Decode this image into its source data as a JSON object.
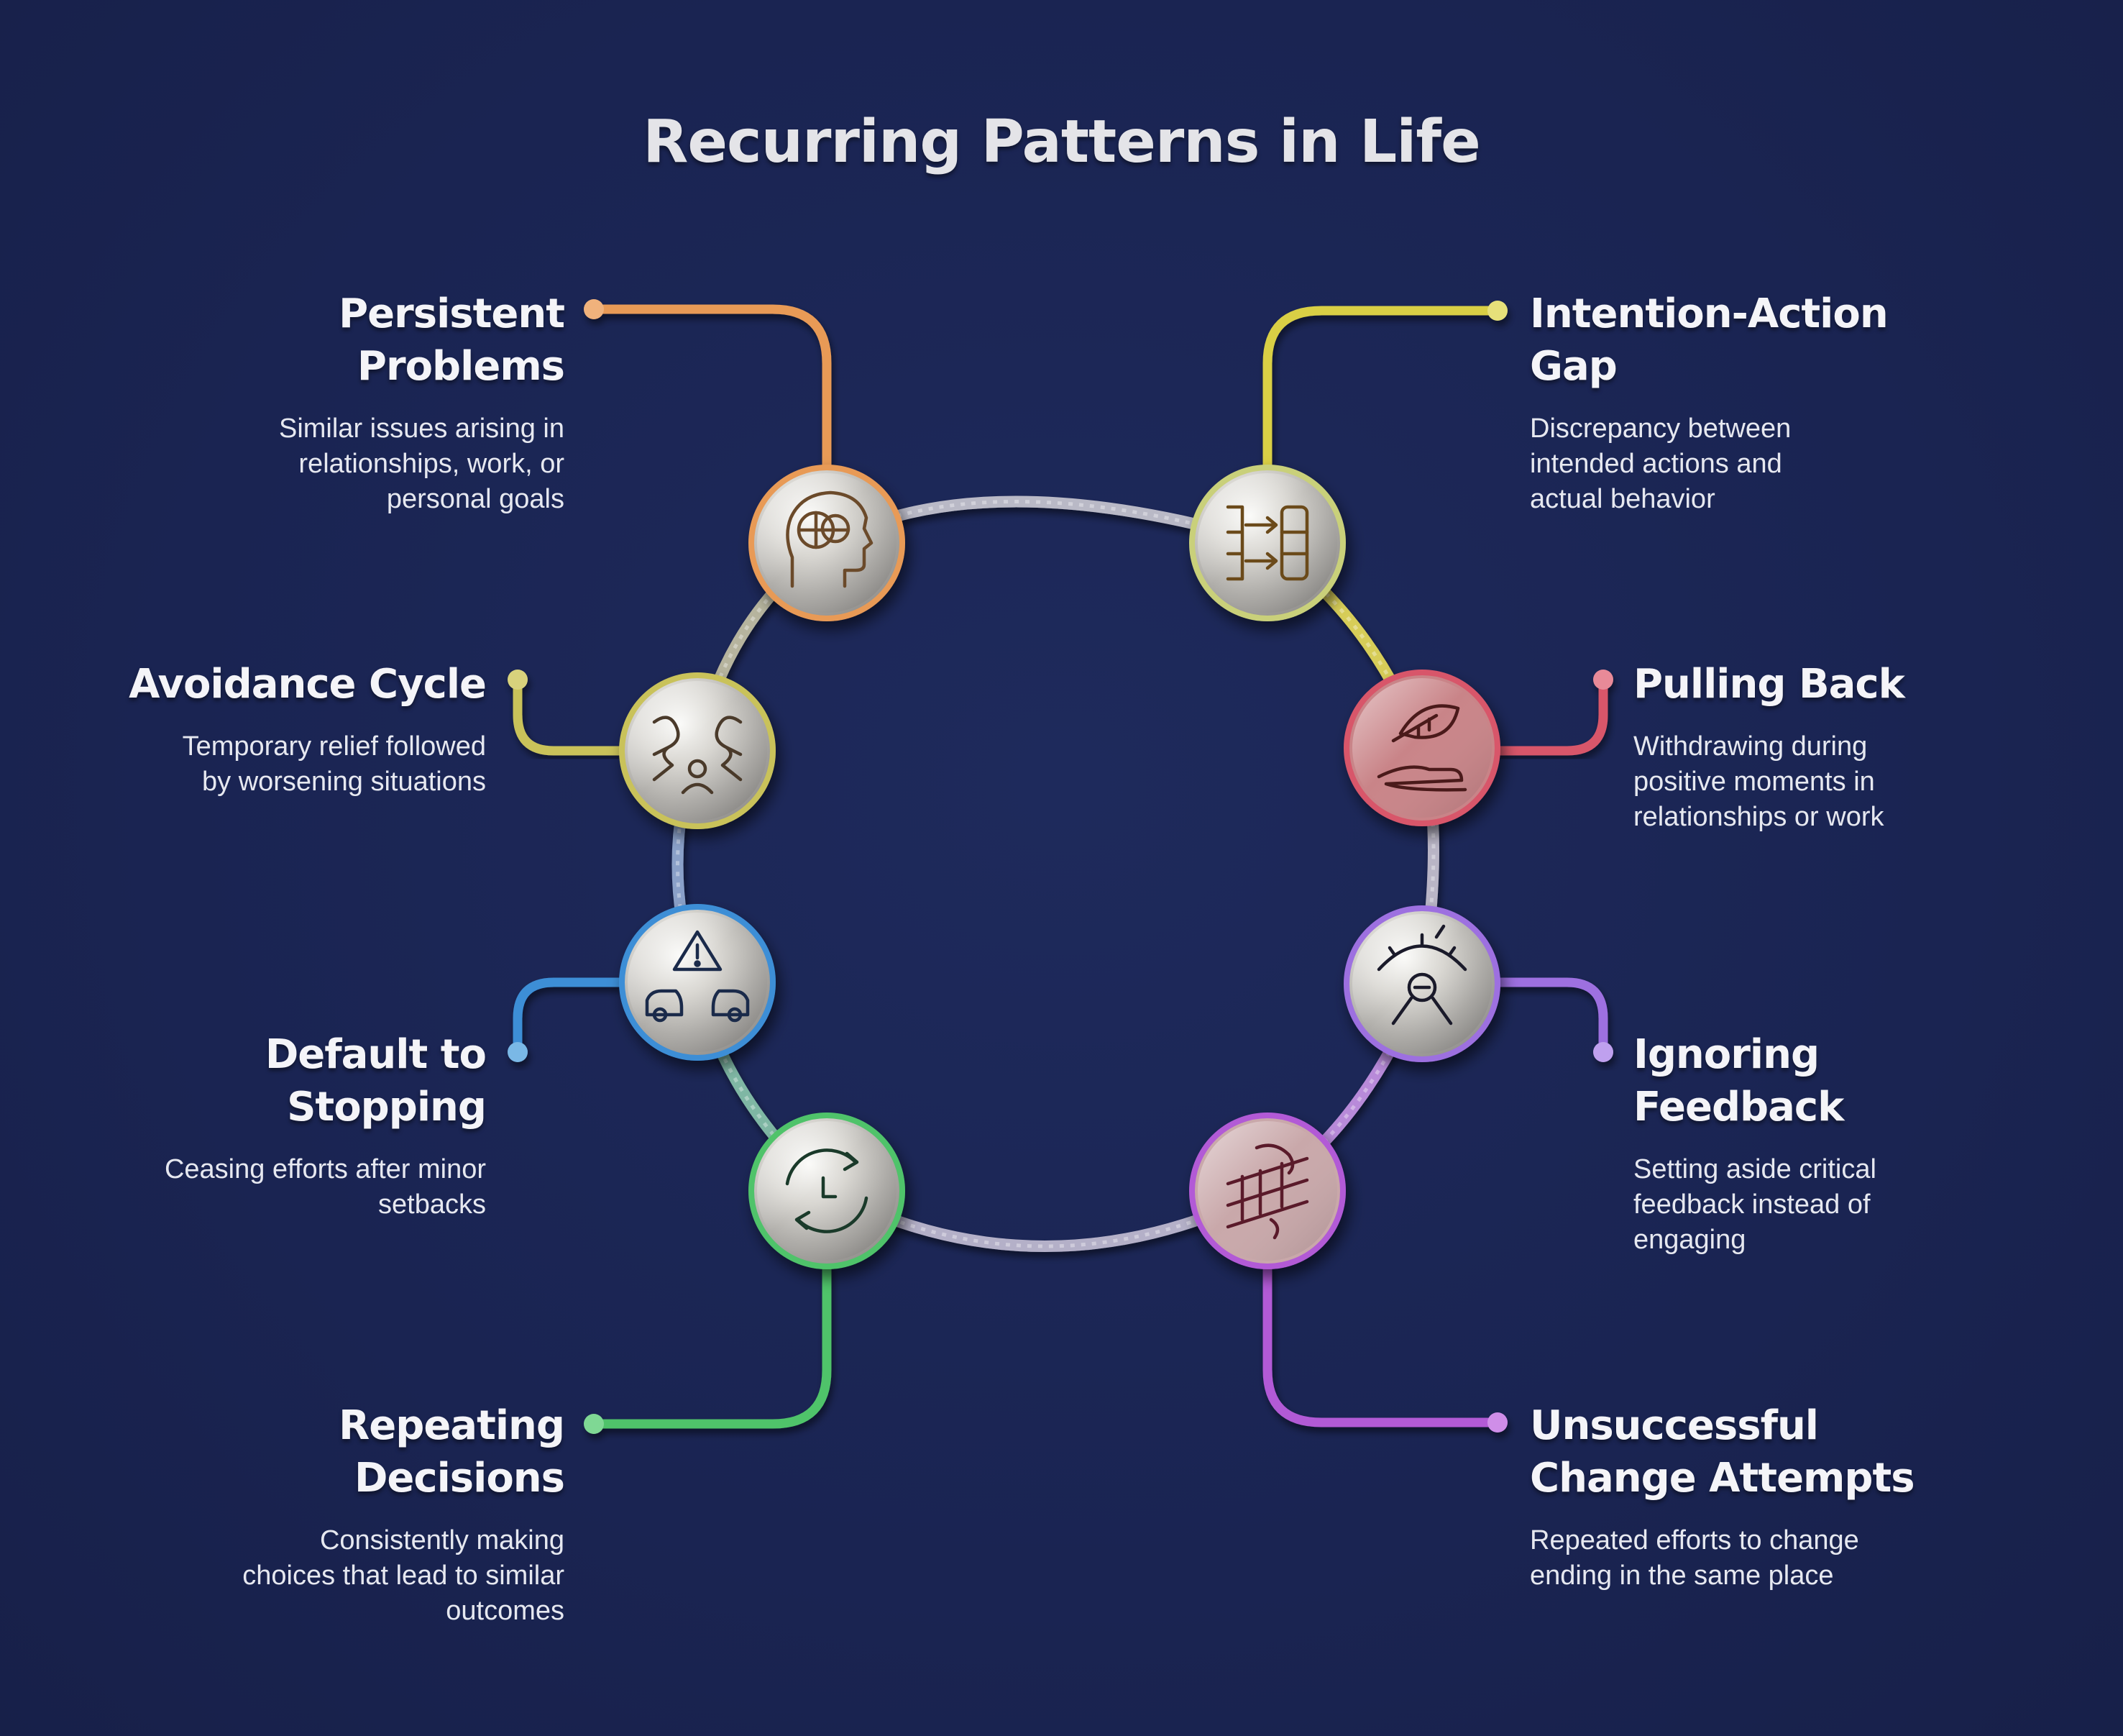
{
  "title": "Recurring Patterns in Life",
  "items": [
    {
      "title": "Persistent\nProblems",
      "description": "Similar issues arising in\nrelationships, work, or\npersonal goals",
      "icon": "head-brain-icon",
      "color": "#e89a57"
    },
    {
      "title": "Intention-Action\nGap",
      "description": "Discrepancy between\nintended actions and\nactual behavior",
      "icon": "gap-arrows-icon",
      "color": "#d9cf45"
    },
    {
      "title": "Avoidance Cycle",
      "description": "Temporary relief followed\nby worsening situations",
      "icon": "person-cracks-icon",
      "color": "#c9c25a"
    },
    {
      "title": "Pulling Back",
      "description": "Withdrawing during\npositive moments in\nrelationships or work",
      "icon": "hand-leaf-icon",
      "color": "#d8566a"
    },
    {
      "title": "Default to\nStopping",
      "description": "Ceasing efforts after minor\nsetbacks",
      "icon": "warning-cars-icon",
      "color": "#3d8ed6"
    },
    {
      "title": "Ignoring\nFeedback",
      "description": "Setting aside critical\nfeedback instead of\nengaging",
      "icon": "gauge-icon",
      "color": "#9d6fe0"
    },
    {
      "title": "Repeating\nDecisions",
      "description": "Consistently making\nchoices that lead to similar\noutcomes",
      "icon": "cycle-clock-icon",
      "color": "#4fc36a"
    },
    {
      "title": "Unsuccessful\nChange Attempts",
      "description": "Repeated efforts to change\nending in the same place",
      "icon": "blocked-wall-icon",
      "color": "#b25ad6"
    }
  ]
}
